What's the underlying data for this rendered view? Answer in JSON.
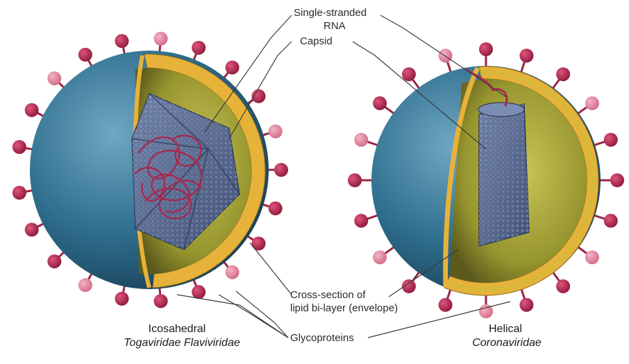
{
  "labels": {
    "rna_line1": "Single-stranded",
    "rna_line2": "RNA",
    "capsid": "Capsid",
    "envelope_line1": "Cross-section of",
    "envelope_line2": "lipid bi-layer (envelope)",
    "glycoproteins": "Glycoproteins"
  },
  "viruses": [
    {
      "shape": "Icosahedral",
      "families": "Togaviridae Flaviviridae"
    },
    {
      "shape": "Helical",
      "families": "Coronaviridae"
    }
  ],
  "colors": {
    "envelope_blue": "#2f6f8f",
    "lipid_layer": "#e7b23a",
    "interior": "#a9a63a",
    "capsid": "#5c6f96",
    "rna": "#a8284e",
    "spike_head": "#b5264f",
    "spike_head_light": "#e07a95",
    "purple_protein": "#7a6aa8",
    "orange_spike": "#e08a6a"
  }
}
